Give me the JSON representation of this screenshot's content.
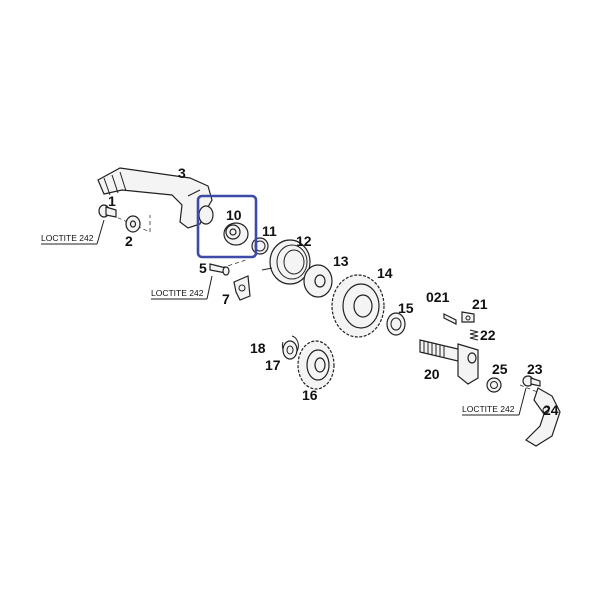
{
  "diagram": {
    "highlight_color": "#3c4aa8",
    "highlighted_part": "10",
    "labels": {
      "p1": "1",
      "p2": "2",
      "p3": "3",
      "p5": "5",
      "p7": "7",
      "p10": "10",
      "p11": "11",
      "p12": "12",
      "p13": "13",
      "p14": "14",
      "p15": "15",
      "p16": "16",
      "p17": "17",
      "p18": "18",
      "p20": "20",
      "p021": "021",
      "p21": "21",
      "p22": "22",
      "p23": "23",
      "p24": "24",
      "p25": "25"
    },
    "notes": {
      "loctite_a": "LOCTITE 242",
      "loctite_b": "LOCTITE 242",
      "loctite_c": "LOCTITE 242"
    }
  }
}
